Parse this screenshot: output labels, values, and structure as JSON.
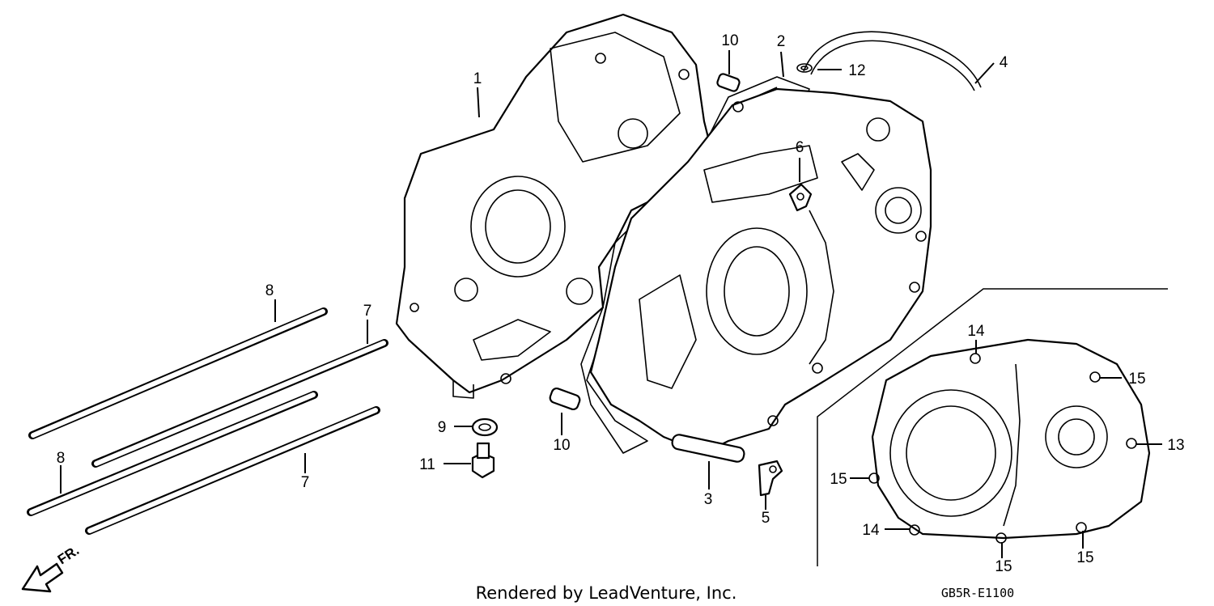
{
  "callouts": {
    "c1": "1",
    "c2": "2",
    "c3": "3",
    "c4": "4",
    "c5": "5",
    "c6": "6",
    "c7a": "7",
    "c7b": "7",
    "c8a": "8",
    "c8b": "8",
    "c9": "9",
    "c10a": "10",
    "c10b": "10",
    "c11": "11",
    "c12": "12",
    "c13": "13",
    "c14a": "14",
    "c14b": "14",
    "c15a": "15",
    "c15b": "15",
    "c15c": "15",
    "c15d": "15"
  },
  "footer": {
    "credit": "Rendered by LeadVenture, Inc.",
    "diagram_code": "GB5R-E1100"
  },
  "direction_label": "FR."
}
